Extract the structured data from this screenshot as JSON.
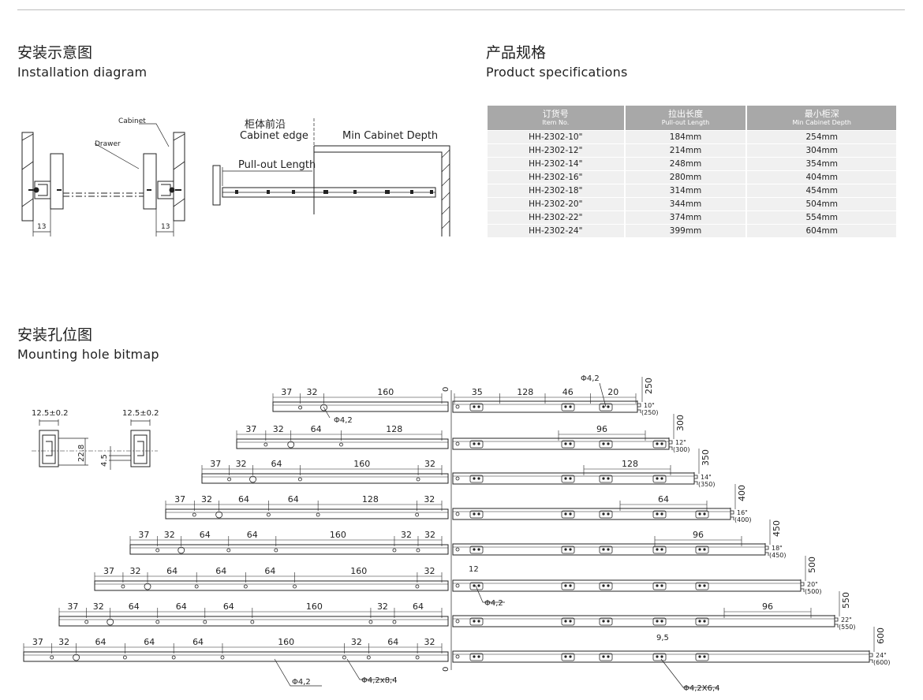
{
  "installation": {
    "title_zh": "安装示意图",
    "title_en": "Installation diagram",
    "labels": {
      "cabinet": "Cabinet",
      "drawer": "Drawer",
      "dim_left": "13",
      "dim_right": "13",
      "cabinet_edge_zh": "柜体前沿",
      "cabinet_edge_en": "Cabinet edge",
      "min_cabinet_depth": "Min Cabinet Depth",
      "pullout_length": "Pull-out Length"
    }
  },
  "specs": {
    "title_zh": "产品规格",
    "title_en": "Product specifications",
    "headers": [
      {
        "zh": "订货号",
        "en": "Item No."
      },
      {
        "zh": "拉出长度",
        "en": "Pull-out Length"
      },
      {
        "zh": "最小柜深",
        "en": "Min Cabinet Depth"
      }
    ],
    "rows": [
      [
        "HH-2302-10\"",
        "184mm",
        "254mm"
      ],
      [
        "HH-2302-12\"",
        "214mm",
        "304mm"
      ],
      [
        "HH-2302-14\"",
        "248mm",
        "354mm"
      ],
      [
        "HH-2302-16\"",
        "280mm",
        "404mm"
      ],
      [
        "HH-2302-18\"",
        "314mm",
        "454mm"
      ],
      [
        "HH-2302-20\"",
        "344mm",
        "504mm"
      ],
      [
        "HH-2302-22\"",
        "374mm",
        "554mm"
      ],
      [
        "HH-2302-24\"",
        "399mm",
        "604mm"
      ]
    ]
  },
  "bitmap": {
    "title_zh": "安装孔位图",
    "title_en": "Mounting hole bitmap",
    "profile_labels": {
      "width_left": "12.5±0.2",
      "width_right": "12.5±0.2",
      "height": "22.8",
      "offset": "4.5"
    },
    "zero_label": "0",
    "rows": [
      {
        "left": [
          "37",
          "32",
          "160"
        ],
        "right": [
          "35",
          "128",
          "46",
          "20"
        ],
        "size": "10\"",
        "sub": "(250)",
        "length": "250"
      },
      {
        "left": [
          "37",
          "32",
          "64",
          "128"
        ],
        "right": [
          "96"
        ],
        "size": "12\"",
        "sub": "(300)",
        "length": "300"
      },
      {
        "left": [
          "37",
          "32",
          "64",
          "160",
          "32"
        ],
        "right": [
          "128"
        ],
        "size": "14\"",
        "sub": "(350)",
        "length": "350"
      },
      {
        "left": [
          "37",
          "32",
          "64",
          "64",
          "128",
          "32"
        ],
        "right": [
          "64"
        ],
        "size": "16\"",
        "sub": "(400)",
        "length": "400"
      },
      {
        "left": [
          "37",
          "32",
          "64",
          "64",
          "160",
          "32",
          "32"
        ],
        "right": [
          "96"
        ],
        "size": "18\"",
        "sub": "(450)",
        "length": "450"
      },
      {
        "left": [
          "37",
          "32",
          "64",
          "64",
          "64",
          "160",
          "32"
        ],
        "right": [],
        "size": "20\"",
        "sub": "(500)",
        "length": "500"
      },
      {
        "left": [
          "37",
          "32",
          "64",
          "64",
          "64",
          "160",
          "32",
          "64"
        ],
        "right": [
          "96"
        ],
        "size": "22\"",
        "sub": "(550)",
        "length": "550"
      },
      {
        "left": [
          "37",
          "32",
          "64",
          "64",
          "64",
          "160",
          "32",
          "64",
          "32"
        ],
        "right": [],
        "size": "24\"",
        "sub": "(600)",
        "length": "600"
      }
    ],
    "callouts": {
      "hole_r1_left": "Φ4,2",
      "hole_r1_right": "Φ4,2",
      "r6_dim": "12",
      "r6_hole": "Φ4,2",
      "r8_dim": "9,5",
      "bottom_hole": "Φ4,2",
      "bottom_slot": "Φ4,2x8,4",
      "bottom_slot_right": "Φ4,2X6,4"
    }
  }
}
